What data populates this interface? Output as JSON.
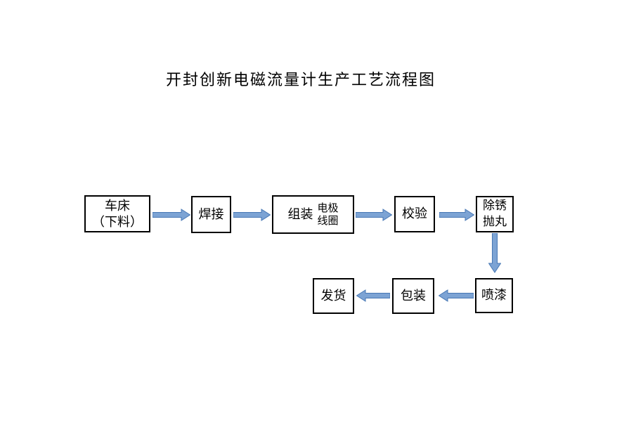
{
  "title": "开封创新电磁流量计生产工艺流程图",
  "colors": {
    "arrow_fill": "#7CA3D4",
    "arrow_stroke": "#4777B4",
    "box_border": "#000000",
    "page_background": "#FFFFFF",
    "text": "#000000"
  },
  "nodes": {
    "lathe": {
      "line1": "车床",
      "line2": "（下料）"
    },
    "weld": {
      "label": "焊接"
    },
    "assemble": {
      "label": "组装",
      "detail_line1": "电极",
      "detail_line2": "线圈"
    },
    "verify": {
      "label": "校验"
    },
    "derust": {
      "line1": "除锈",
      "line2": "抛丸"
    },
    "paint": {
      "label": "喷漆"
    },
    "pack": {
      "label": "包装"
    },
    "ship": {
      "label": "发货"
    }
  },
  "edges": [
    {
      "from": "车床（下料）",
      "to": "焊接",
      "direction": "right"
    },
    {
      "from": "焊接",
      "to": "组装电极线圈",
      "direction": "right"
    },
    {
      "from": "组装电极线圈",
      "to": "校验",
      "direction": "right"
    },
    {
      "from": "校验",
      "to": "除锈抛丸",
      "direction": "right"
    },
    {
      "from": "除锈抛丸",
      "to": "喷漆",
      "direction": "down"
    },
    {
      "from": "喷漆",
      "to": "包装",
      "direction": "left"
    },
    {
      "from": "包装",
      "to": "发货",
      "direction": "left"
    }
  ]
}
